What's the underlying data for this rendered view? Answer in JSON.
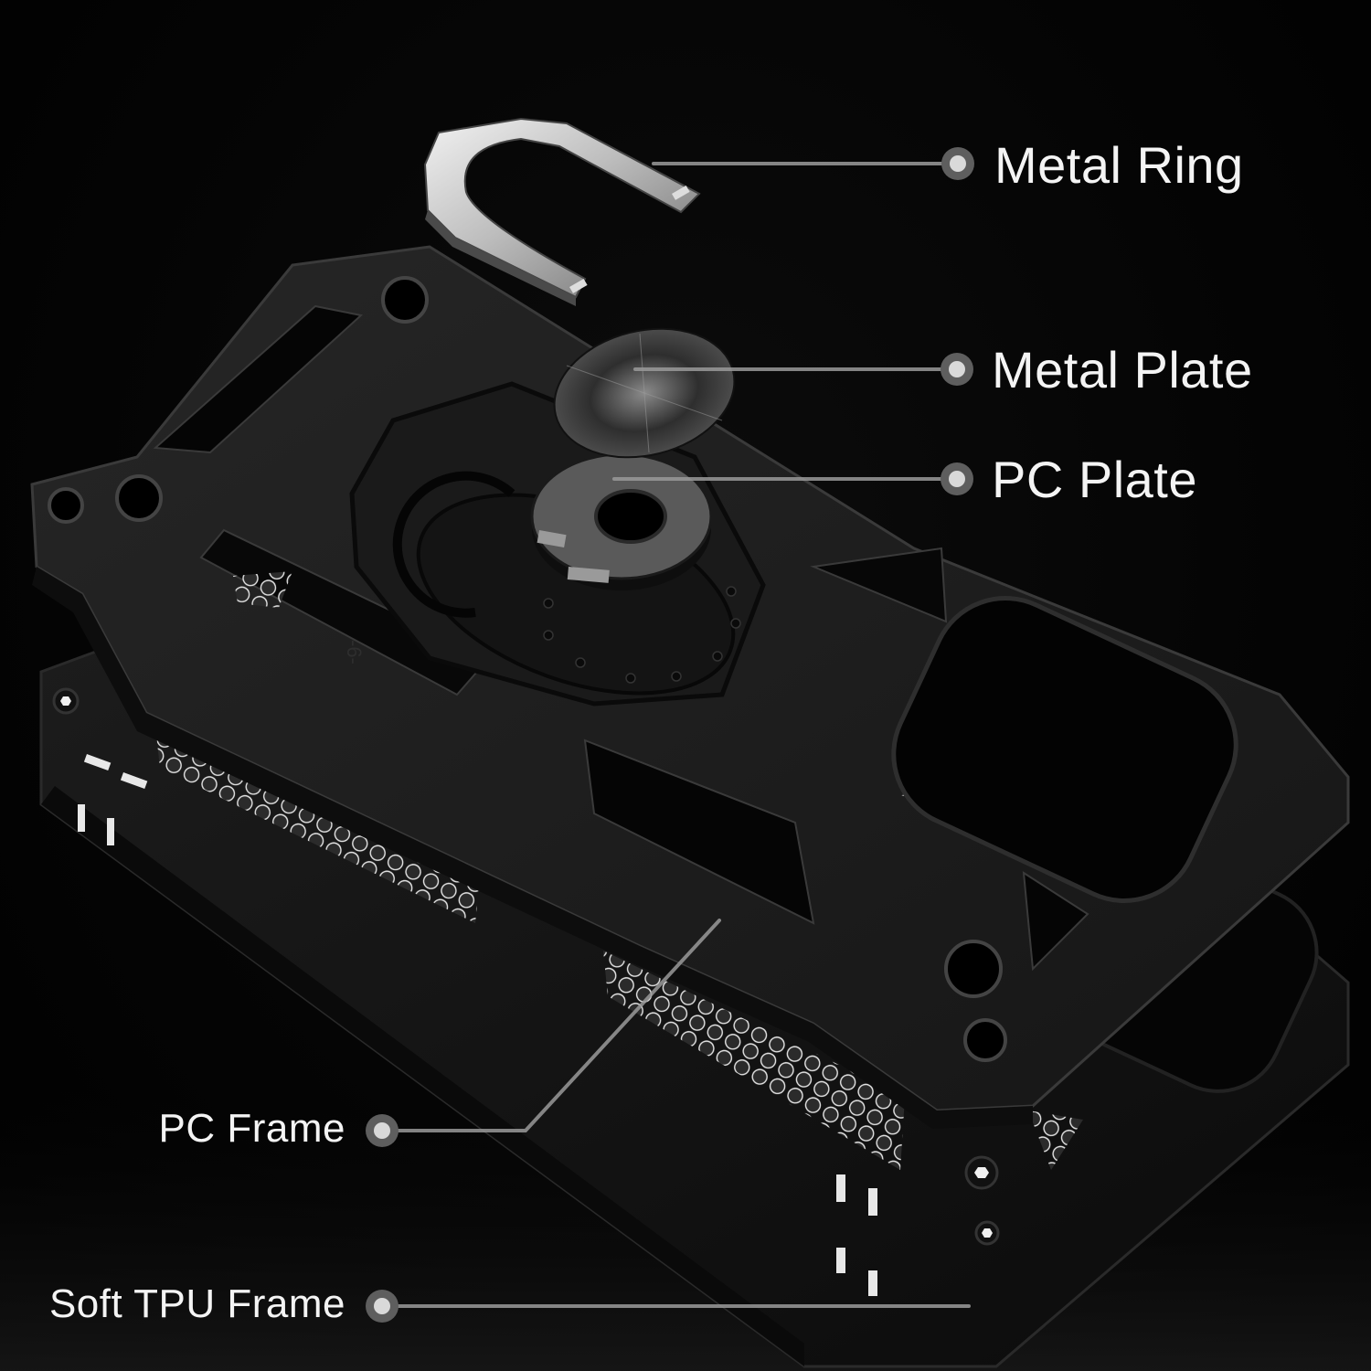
{
  "diagram": {
    "type": "exploded-view",
    "subject": "rugged phone case with ring holder",
    "background_color": "#000000",
    "label_color": "#f4f4f4",
    "leader_line_color": "#9a9a9a"
  },
  "callouts": {
    "metal_ring": {
      "label": "Metal Ring",
      "side": "right",
      "dot": [
        1048,
        179
      ],
      "line_to": [
        715,
        179
      ]
    },
    "metal_plate": {
      "label": "Metal Plate",
      "side": "right",
      "dot": [
        1047,
        404
      ],
      "line_to": [
        695,
        404
      ]
    },
    "pc_plate": {
      "label": "PC Plate",
      "side": "right",
      "dot": [
        1047,
        524
      ],
      "line_to": [
        672,
        524
      ]
    },
    "pc_frame": {
      "label": "PC Frame",
      "side": "left",
      "dot": [
        418,
        1237
      ],
      "line_via": [
        575,
        1237
      ],
      "line_to": [
        787,
        1007
      ]
    },
    "soft_tpu_frame": {
      "label": "Soft TPU Frame",
      "side": "left",
      "dot": [
        418,
        1429
      ],
      "line_to": [
        1060,
        1429
      ]
    }
  },
  "parts": [
    {
      "id": "metal-ring",
      "name": "Metal Ring",
      "color": "#c9c9c9"
    },
    {
      "id": "metal-plate",
      "name": "Metal Plate",
      "color": "#3a3a3a"
    },
    {
      "id": "pc-plate",
      "name": "PC Plate",
      "color": "#4a4a4a"
    },
    {
      "id": "pc-frame",
      "name": "PC Frame",
      "color": "#1e1e1e"
    },
    {
      "id": "soft-tpu-frame",
      "name": "Soft TPU Frame",
      "color": "#141414"
    }
  ]
}
